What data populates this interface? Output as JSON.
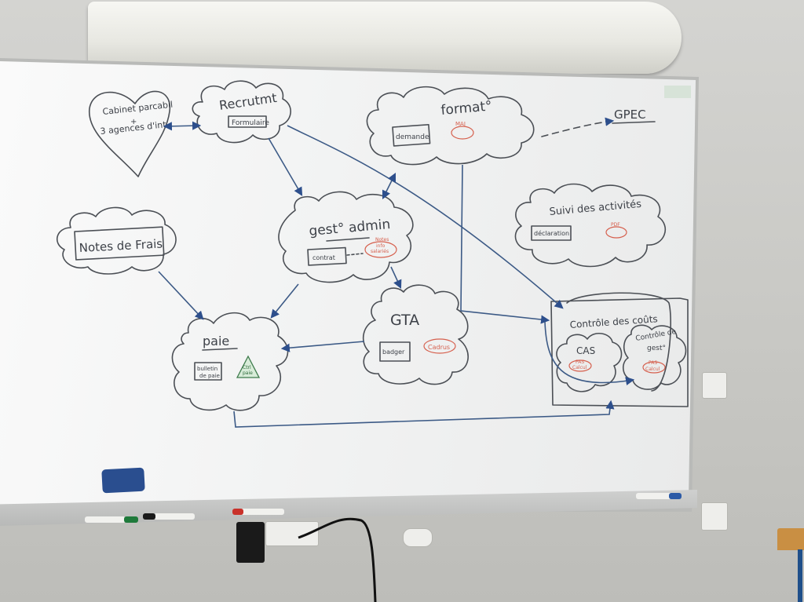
{
  "nodes": {
    "cabinet": {
      "line1": "Cabinet parcabil",
      "line2": "+",
      "line3": "3 agences d'int"
    },
    "recrutement": {
      "title": "Recrutmt",
      "box": "Formulaire"
    },
    "formation": {
      "title": "format°",
      "box": "demande",
      "red": "MAJ"
    },
    "gpec": {
      "title": "GPEC"
    },
    "suivi": {
      "title": "Suivi des activités",
      "box": "déclaration",
      "red": "PDF"
    },
    "notes_frais": {
      "title": "Notes de Frais"
    },
    "gestion_admin": {
      "title": "gest° admin",
      "box": "contrat",
      "red1": "Notes",
      "red2": "info",
      "red3": "salariés"
    },
    "gta": {
      "title": "GTA",
      "box": "badger",
      "red": "Cadrus"
    },
    "paie": {
      "title": "paie",
      "box1": "bulletin",
      "box2": "de paie",
      "tri1": "Ctrl",
      "tri2": "paie"
    },
    "controle": {
      "title": "Contrôle des coûts",
      "cas": "CAS",
      "cas_red1": "PAS",
      "cas_red2": "Calcul",
      "ctrl_gest1": "Contrôle de",
      "ctrl_gest2": "gest°",
      "ctrl_red1": "PAS",
      "ctrl_red2": "Calcul"
    }
  }
}
